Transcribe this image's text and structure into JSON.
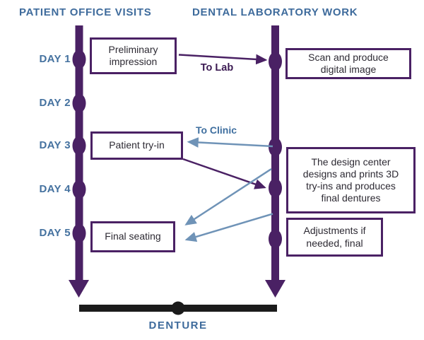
{
  "title_headers": {
    "left": "PATIENT OFFICE VISITS",
    "right": "DENTAL LABORATORY WORK"
  },
  "days": [
    {
      "label": "DAY 1"
    },
    {
      "label": "DAY 2"
    },
    {
      "label": "DAY 3"
    },
    {
      "label": "DAY 4"
    },
    {
      "label": "DAY 5"
    }
  ],
  "clinic_steps": [
    {
      "label": "Preliminary\nimpression"
    },
    {
      "label": "Patient try-in"
    },
    {
      "label": "Final seating"
    }
  ],
  "lab_steps": [
    {
      "label": "Scan and produce\ndigital image"
    },
    {
      "label": "The design center\ndesigns and prints 3D\ntry-ins and produces\nfinal dentures"
    },
    {
      "label": "Adjustments if\nneeded, final"
    }
  ],
  "arrows": {
    "to_lab_label": "To Lab",
    "to_clinic_label": "To Clinic"
  },
  "footer": {
    "label": "DENTURE"
  },
  "colors": {
    "timeline_purple": "#4a2164",
    "header_blue": "#3e6b9c",
    "day_blue": "#44719f",
    "arrow_blue": "#6f93b7",
    "to_lab_text": "#3b1a52",
    "box_text": "#2d2a33",
    "denture_bar_black": "#1b1b1b"
  }
}
